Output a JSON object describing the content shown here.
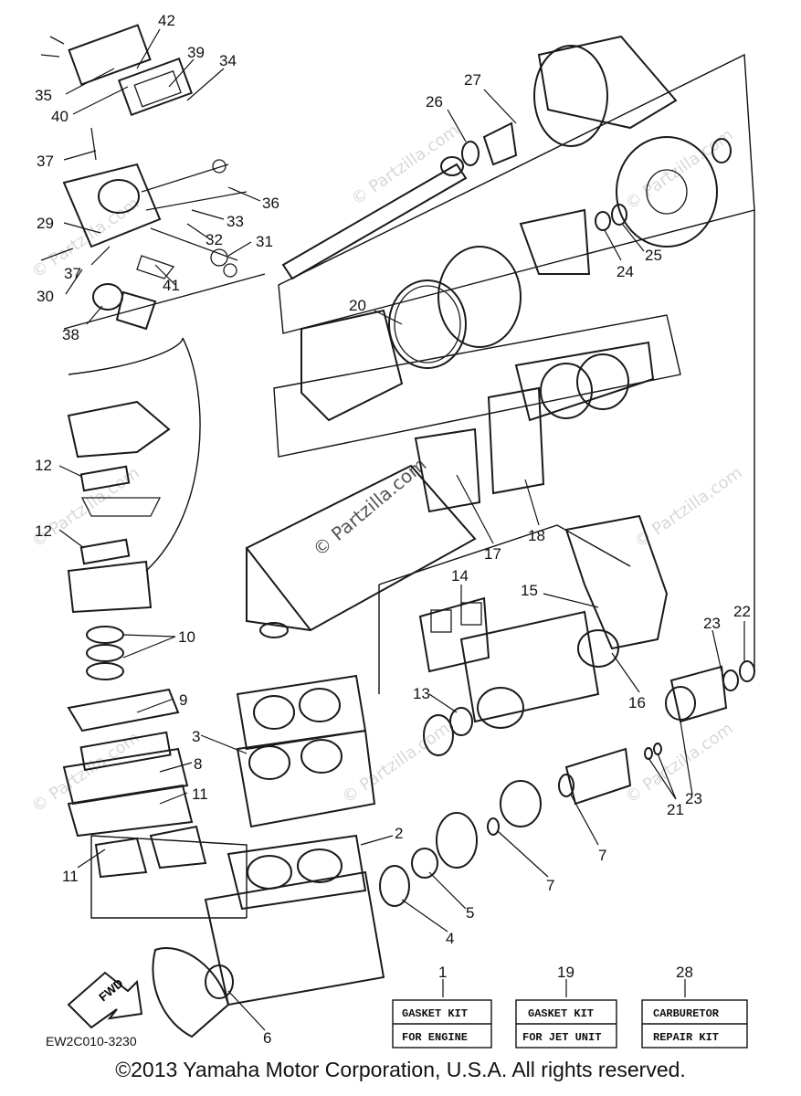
{
  "diagram": {
    "reference_code": "EW2C010-3230",
    "fwd_label": "FWD",
    "copyright": "©2013 Yamaha Motor Corporation, U.S.A. All rights reserved.",
    "watermark_main": "© Partzilla.com",
    "watermark": "© Partzilla.com",
    "callouts": [
      {
        "id": "c42",
        "label": "42"
      },
      {
        "id": "c39",
        "label": "39"
      },
      {
        "id": "c34",
        "label": "34"
      },
      {
        "id": "c35",
        "label": "35"
      },
      {
        "id": "c40",
        "label": "40"
      },
      {
        "id": "c37a",
        "label": "37"
      },
      {
        "id": "c36",
        "label": "36"
      },
      {
        "id": "c33",
        "label": "33"
      },
      {
        "id": "c29",
        "label": "29"
      },
      {
        "id": "c32",
        "label": "32"
      },
      {
        "id": "c31",
        "label": "31"
      },
      {
        "id": "c37b",
        "label": "37"
      },
      {
        "id": "c30",
        "label": "30"
      },
      {
        "id": "c41",
        "label": "41"
      },
      {
        "id": "c38",
        "label": "38"
      },
      {
        "id": "c26",
        "label": "26"
      },
      {
        "id": "c27",
        "label": "27"
      },
      {
        "id": "c24",
        "label": "24"
      },
      {
        "id": "c25",
        "label": "25"
      },
      {
        "id": "c20",
        "label": "20"
      },
      {
        "id": "c12a",
        "label": "12"
      },
      {
        "id": "c12b",
        "label": "12"
      },
      {
        "id": "c17",
        "label": "17"
      },
      {
        "id": "c18",
        "label": "18"
      },
      {
        "id": "c14",
        "label": "14"
      },
      {
        "id": "c15",
        "label": "15"
      },
      {
        "id": "c10",
        "label": "10"
      },
      {
        "id": "c13",
        "label": "13"
      },
      {
        "id": "c16",
        "label": "16"
      },
      {
        "id": "c23a",
        "label": "23"
      },
      {
        "id": "c22",
        "label": "22"
      },
      {
        "id": "c9",
        "label": "9"
      },
      {
        "id": "c3",
        "label": "3"
      },
      {
        "id": "c8",
        "label": "8"
      },
      {
        "id": "c11a",
        "label": "11"
      },
      {
        "id": "c23b",
        "label": "23"
      },
      {
        "id": "c21",
        "label": "21"
      },
      {
        "id": "c7a",
        "label": "7"
      },
      {
        "id": "c11b",
        "label": "11"
      },
      {
        "id": "c2",
        "label": "2"
      },
      {
        "id": "c7b",
        "label": "7"
      },
      {
        "id": "c5",
        "label": "5"
      },
      {
        "id": "c4",
        "label": "4"
      },
      {
        "id": "c6",
        "label": "6"
      },
      {
        "id": "c1",
        "label": "1"
      },
      {
        "id": "c19",
        "label": "19"
      },
      {
        "id": "c28",
        "label": "28"
      }
    ],
    "kits": [
      {
        "number": "1",
        "line1": "GASKET KIT",
        "line2": "FOR ENGINE"
      },
      {
        "number": "19",
        "line1": "GASKET KIT",
        "line2": "FOR JET UNIT"
      },
      {
        "number": "28",
        "line1": "CARBURETOR",
        "line2": "REPAIR KIT"
      }
    ]
  }
}
